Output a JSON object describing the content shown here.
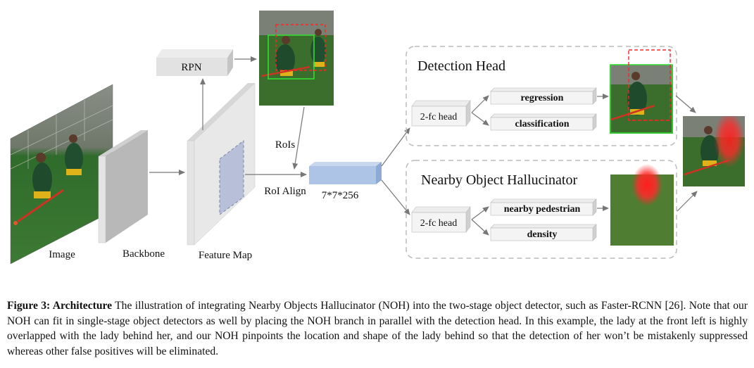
{
  "labels": {
    "image": "Image",
    "backbone": "Backbone",
    "feature_map": "Feature Map",
    "rpn": "RPN",
    "rois": "RoIs",
    "roi_align": "RoI Align",
    "roi_dims": "7*7*256"
  },
  "detection_head": {
    "title": "Detection Head",
    "fc_head": "2-fc head",
    "regression": "regression",
    "classification": "classification"
  },
  "noh": {
    "title": "Nearby Object Hallucinator",
    "fc_head": "2-fc head",
    "nearby_pedestrian": "nearby pedestrian",
    "density": "density"
  },
  "caption": {
    "label": "Figure 3: Architecture",
    "text": " The illustration of integrating Nearby Objects Hallucinator (NOH) into the two-stage object detector, such as Faster-RCNN [26]. Note that our NOH can fit in single-stage object detectors as well by placing the NOH branch in parallel with the detection head. In this example, the lady at the front left is highly overlapped with the lady behind her, and our NOH pinpoints the location and shape of the lady behind so that the detection of her won’t be mistakenly suppressed whereas other false positives will be eliminated."
  },
  "colors": {
    "block_front": "#e2e2e2",
    "block_side": "#b8b8b8",
    "roi_tensor": "#aec4e6",
    "density_bg": "#4f7d32",
    "density_blob": "#ff2a2a",
    "field_green": "#3b6e2c",
    "arrow": "#777777"
  }
}
